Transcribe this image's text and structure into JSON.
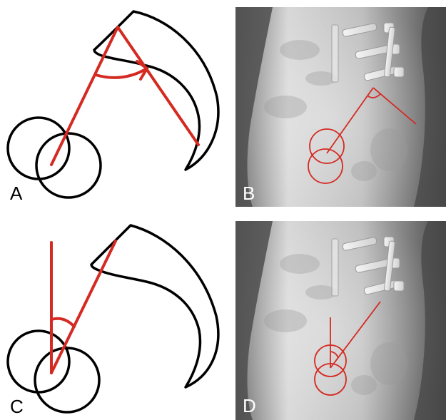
{
  "figure": {
    "panels": [
      {
        "id": "A",
        "label": "A",
        "kind": "line-drawing",
        "label_color": "#000000"
      },
      {
        "id": "B",
        "label": "B",
        "kind": "radiograph",
        "label_color": "#ffffff"
      },
      {
        "id": "C",
        "label": "C",
        "kind": "line-drawing",
        "label_color": "#000000"
      },
      {
        "id": "D",
        "label": "D",
        "kind": "radiograph",
        "label_color": "#ffffff"
      }
    ]
  },
  "colors": {
    "annotation": "#d42a22",
    "outline": "#000000",
    "xray_dark": "#4a4a4a",
    "xray_light": "#d9d9d9"
  }
}
